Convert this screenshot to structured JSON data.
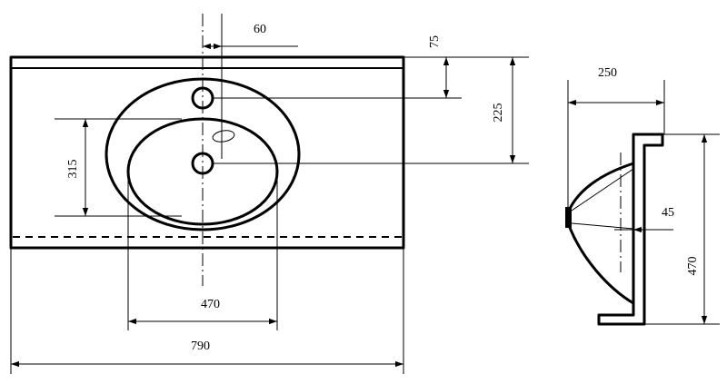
{
  "dimensions": {
    "front_hole_spacing": "60",
    "front_top_to_hole": "75",
    "front_top_to_drain": "225",
    "front_bowl_depth": "315",
    "front_bowl_width": "470",
    "front_total_width": "790",
    "side_depth": "250",
    "side_wall_thickness": "45",
    "side_height": "470"
  },
  "colors": {
    "line": "#000000",
    "background": "#ffffff"
  }
}
